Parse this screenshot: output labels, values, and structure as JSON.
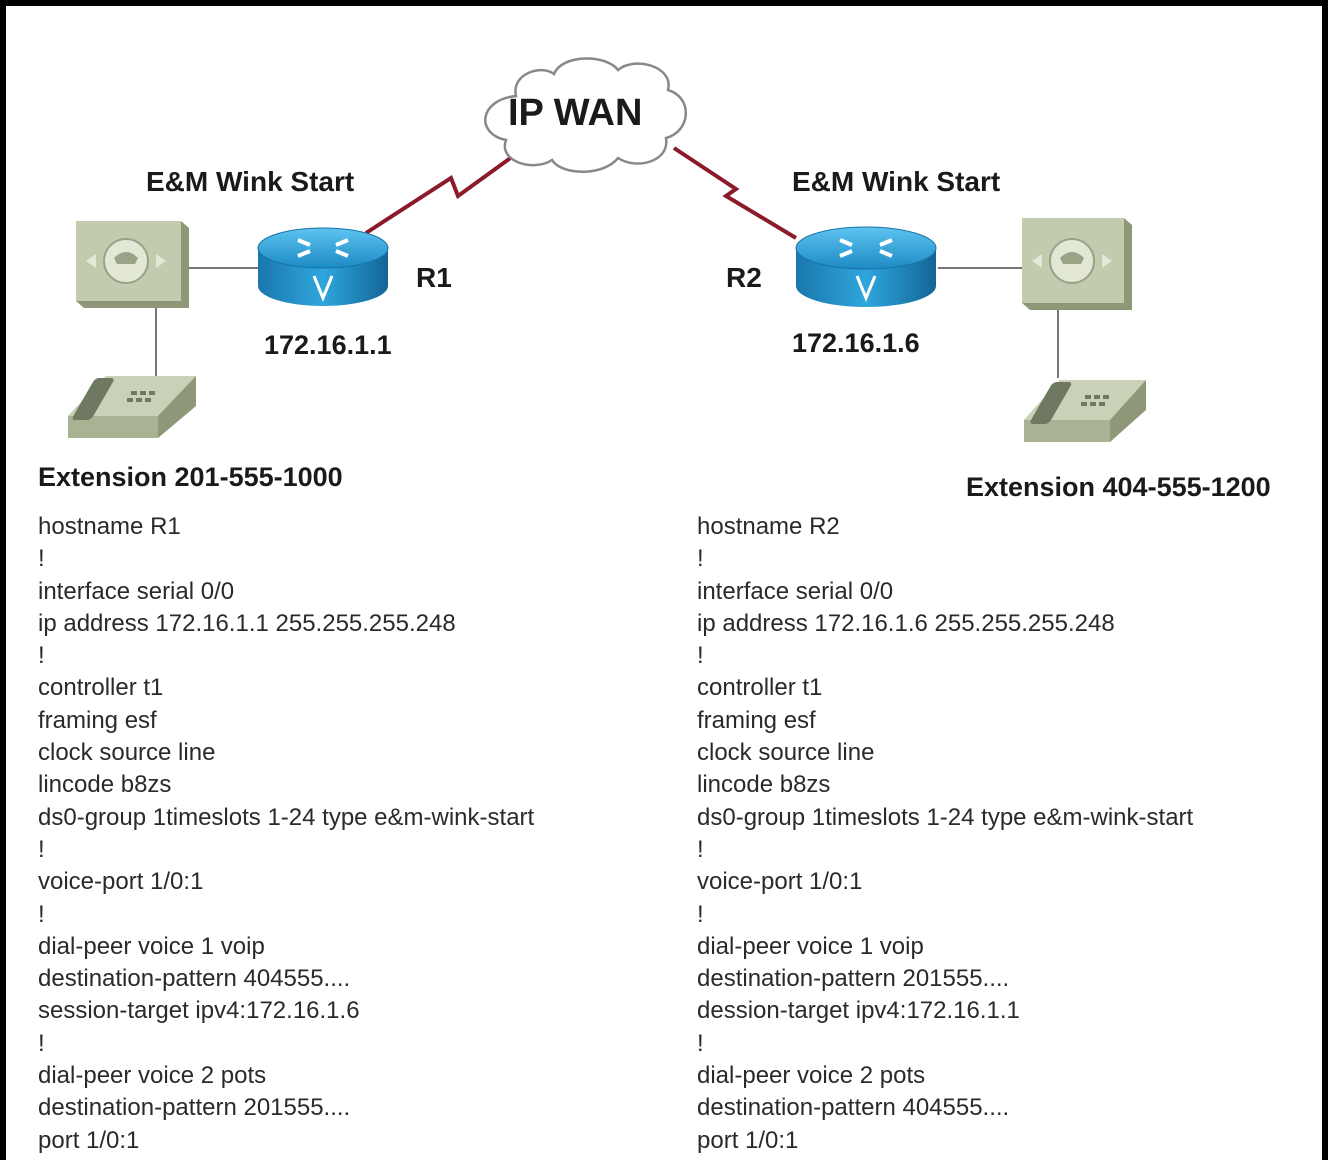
{
  "diagram": {
    "wan_label": "IP WAN",
    "left": {
      "signaling": "E&M Wink Start",
      "router_label": "R1",
      "ip": "172.16.1.1",
      "extension": "Extension 201-555-1000"
    },
    "right": {
      "signaling": "E&M Wink Start",
      "router_label": "R2",
      "ip": "172.16.1.6",
      "extension": "Extension 404-555-1200"
    },
    "colors": {
      "wan_link": "#8b1a2b",
      "router": "#1e8fc8",
      "voice_module": "#b9c2a4"
    }
  },
  "config_r1": [
    "hostname R1",
    "!",
    "interface serial 0/0",
    "ip address 172.16.1.1 255.255.255.248",
    "!",
    "controller t1",
    "framing esf",
    "clock source line",
    "lincode b8zs",
    "ds0-group 1timeslots 1-24 type e&m-wink-start",
    "!",
    "voice-port 1/0:1",
    "!",
    "dial-peer voice 1 voip",
    "destination-pattern 404555....",
    "session-target ipv4:172.16.1.6",
    "!",
    "dial-peer voice 2 pots",
    "destination-pattern 201555....",
    "port 1/0:1"
  ],
  "config_r2": [
    "hostname R2",
    "!",
    "interface serial 0/0",
    "ip address 172.16.1.6 255.255.255.248",
    "!",
    "controller t1",
    "framing esf",
    "clock source line",
    "lincode b8zs",
    "ds0-group 1timeslots 1-24 type e&m-wink-start",
    "!",
    "voice-port 1/0:1",
    "!",
    "dial-peer voice 1 voip",
    "destination-pattern 201555....",
    "dession-target ipv4:172.16.1.1",
    "!",
    "dial-peer voice 2 pots",
    "destination-pattern 404555....",
    "port 1/0:1"
  ]
}
